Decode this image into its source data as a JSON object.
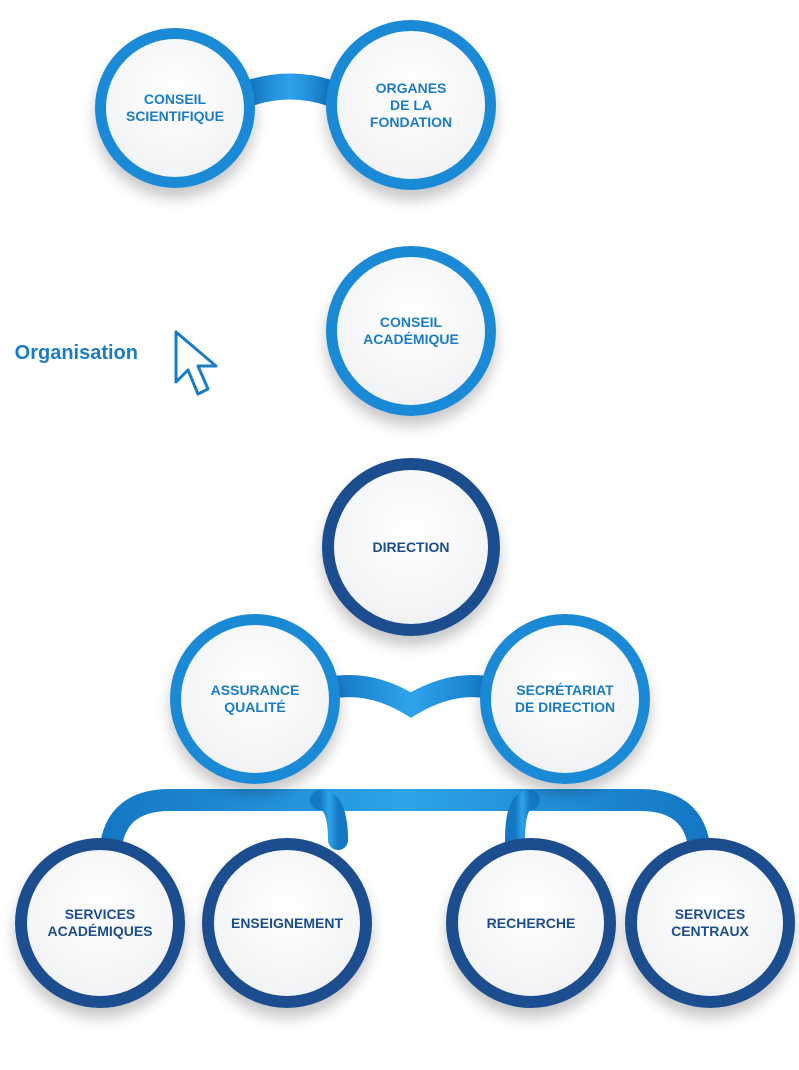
{
  "side_link": {
    "label": "Organisation"
  },
  "nodes": {
    "conseil_scientifique": "CONSEIL\nSCIENTIFIQUE",
    "organes_fondation": "ORGANES\nDE LA\nFONDATION",
    "conseil_academique": "CONSEIL\nACADÉMIQUE",
    "direction": "DIRECTION",
    "assurance_qualite": "ASSURANCE\nQUALITÉ",
    "secretariat_direction": "SECRÉTARIAT\nDE DIRECTION",
    "services_academiques": "SERVICES\nACADÉMIQUES",
    "enseignement": "ENSEIGNEMENT",
    "recherche": "RECHERCHE",
    "services_centraux": "SERVICES\nCENTRAUX"
  },
  "colors": {
    "light_ring": "#1a8ad6",
    "dark_ring": "#1c4d8e",
    "text_light": "#1b7cc6",
    "text_dark": "#1c4d8e"
  },
  "icons": {
    "cursor": "pointer-cursor-icon"
  }
}
